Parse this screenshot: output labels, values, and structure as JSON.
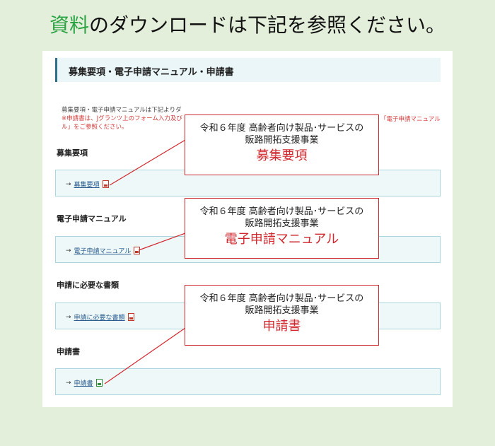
{
  "headline": {
    "accent": "資料",
    "rest": "のダウンロードは下記を参照ください。"
  },
  "section": {
    "title": "募集要項・電子申請マニュアル・申請書"
  },
  "intro": {
    "line1": "募集要項・電子申請マニュアルは下記よりダ",
    "line2": "※申請書は、Jグランツ上のフォーム入力及び",
    "line3": "ル」をご参照ください。",
    "right": "「電子申請マニュアル"
  },
  "categories": [
    {
      "title": "募集要項",
      "arrow": "→",
      "link": "募集要項",
      "file": "pdf"
    },
    {
      "title": "電子申請マニュアル",
      "arrow": "→",
      "link": "電子申請マニュアル",
      "file": "pdf"
    },
    {
      "title": "申請に必要な書類",
      "arrow": "→",
      "link": "申請に必要な書類",
      "file": "pdf"
    },
    {
      "title": "申請書",
      "arrow": "→",
      "link": "申請書",
      "file": "xls"
    }
  ],
  "callouts": [
    {
      "line1": "令和６年度 高齢者向け製品･サービスの",
      "line2": "販路開拓支援事業",
      "label": "募集要項"
    },
    {
      "line1": "令和６年度 高齢者向け製品･サービスの",
      "line2": "販路開拓支援事業",
      "label": "電子申請マニュアル"
    },
    {
      "line1": "令和６年度 高齢者向け製品･サービスの",
      "line2": "販路開拓支援事業",
      "label": "申請書"
    }
  ],
  "colors": {
    "accent_green": "#2aa342",
    "callout_red": "#d0282e",
    "link_blue": "#2b5d8f"
  }
}
